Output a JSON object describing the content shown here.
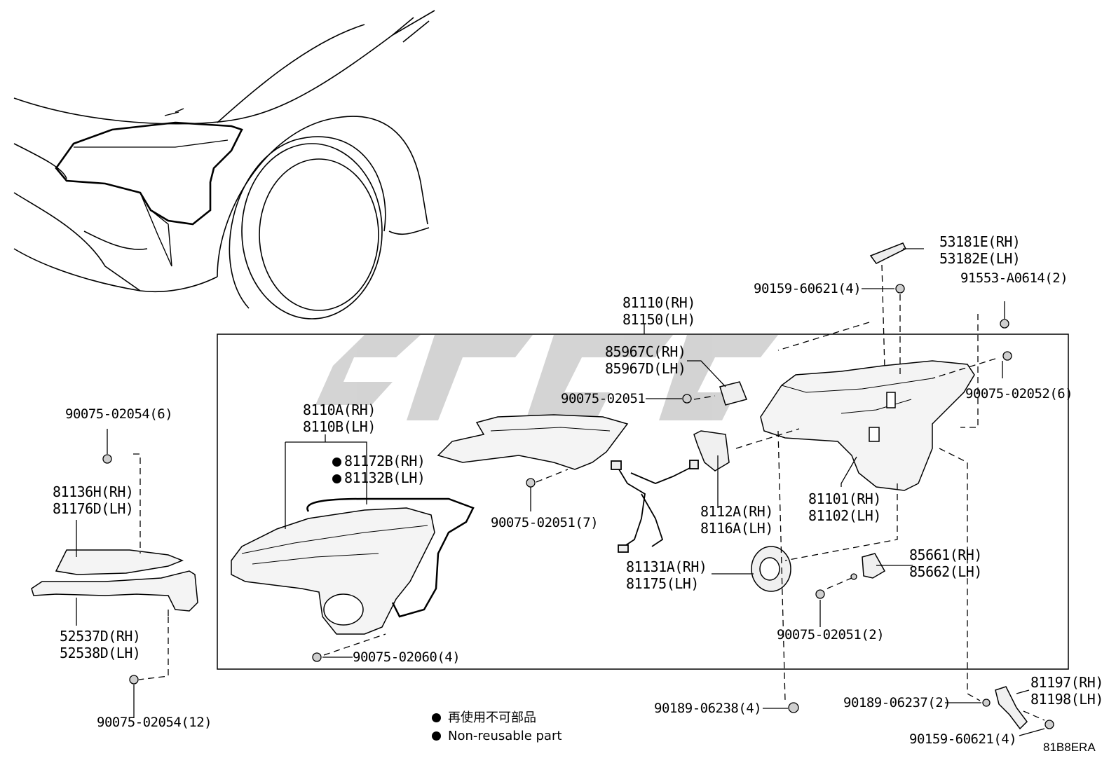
{
  "diagram_code": "81B8ERA",
  "legend": {
    "jp": "再使用不可部品",
    "en": "Non-reusable part"
  },
  "labels": {
    "p53181": [
      "53181E(RH)",
      "53182E(LH)"
    ],
    "p91553": "91553-A0614(2)",
    "p90159top": "90159-60621(4)",
    "p81110": [
      "81110(RH)",
      "81150(LH)"
    ],
    "p85967": [
      "85967C(RH)",
      "85967D(LH)"
    ],
    "p90075a": "90075-02051",
    "p90075_52": "90075-02052(6)",
    "p8110a": [
      "8110A(RH)",
      "8110B(LH)"
    ],
    "p81172": [
      "81172B(RH)",
      "81132B(LH)"
    ],
    "p90075_7": "90075-02051(7)",
    "p8112a": [
      "8112A(RH)",
      "8116A(LH)"
    ],
    "p81101": [
      "81101(RH)",
      "81102(LH)"
    ],
    "p81131": [
      "81131A(RH)",
      "81175(LH)"
    ],
    "p85661": [
      "85661(RH)",
      "85662(LH)"
    ],
    "p90075_2": "90075-02051(2)",
    "p90075_60": "90075-02060(4)",
    "p90075_6": "90075-02054(6)",
    "p81136": [
      "81136H(RH)",
      "81176D(LH)"
    ],
    "p52537": [
      "52537D(RH)",
      "52538D(LH)"
    ],
    "p90075_12": "90075-02054(12)",
    "p90189a": "90189-06238(4)",
    "p90189b": "90189-06237(2)",
    "p81197": [
      "81197(RH)",
      "81198(LH)"
    ],
    "p90159bot": "90159-60621(4)"
  }
}
